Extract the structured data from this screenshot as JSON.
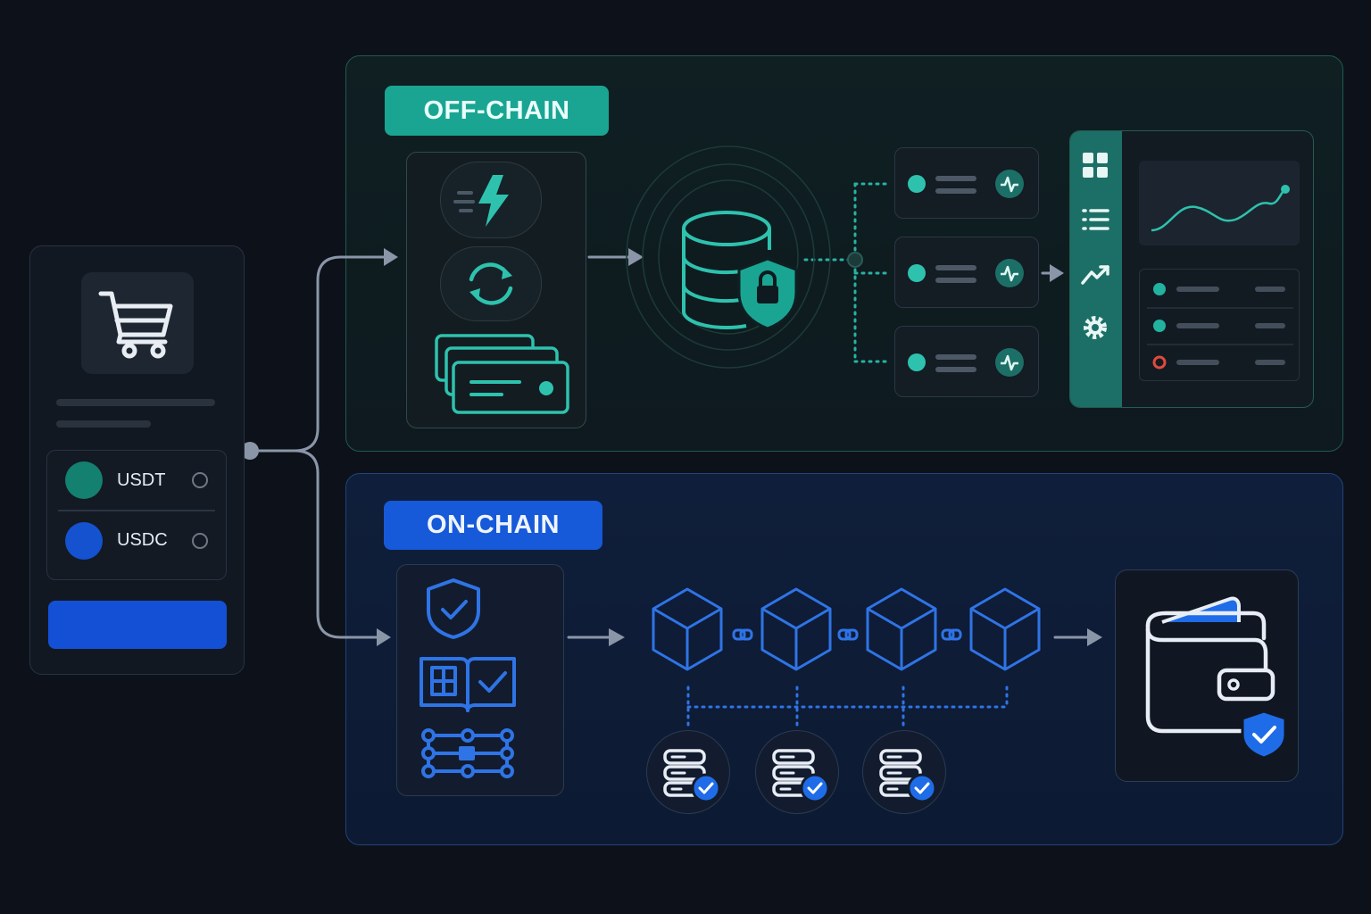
{
  "sections": {
    "off_chain": {
      "label": "OFF-CHAIN",
      "accent": "#1aa593"
    },
    "on_chain": {
      "label": "ON-CHAIN",
      "accent": "#1659d9"
    }
  },
  "checkout": {
    "icon": "shopping-cart-icon",
    "tokens": [
      {
        "label": "USDT",
        "color": "#14806f"
      },
      {
        "label": "USDC",
        "color": "#1452d0"
      }
    ],
    "pay_button_color": "#1450d6"
  },
  "off_chain_flow": {
    "processor_icons": [
      "lightning-icon",
      "refresh-sync-icon",
      "cards-icon"
    ],
    "database_icon": "secure-database-icon",
    "services": [
      {
        "status_icon": "heartbeat-icon"
      },
      {
        "status_icon": "heartbeat-icon"
      },
      {
        "status_icon": "heartbeat-icon"
      }
    ],
    "dashboard": {
      "nav_icons": [
        "grid-icon",
        "list-icon",
        "trend-up-icon",
        "gear-icon"
      ],
      "rows": [
        {
          "status_color": "#22b3a0"
        },
        {
          "status_color": "#22b3a0"
        },
        {
          "status_color": "#e04a3c"
        }
      ]
    }
  },
  "on_chain_flow": {
    "verification_icons": [
      "shield-check-icon",
      "ledger-book-icon",
      "node-network-icon"
    ],
    "blocks": 4,
    "validators": [
      {
        "icon": "server-check-icon"
      },
      {
        "icon": "server-check-icon"
      },
      {
        "icon": "server-check-icon"
      }
    ],
    "wallet_icon": "secure-wallet-icon"
  }
}
